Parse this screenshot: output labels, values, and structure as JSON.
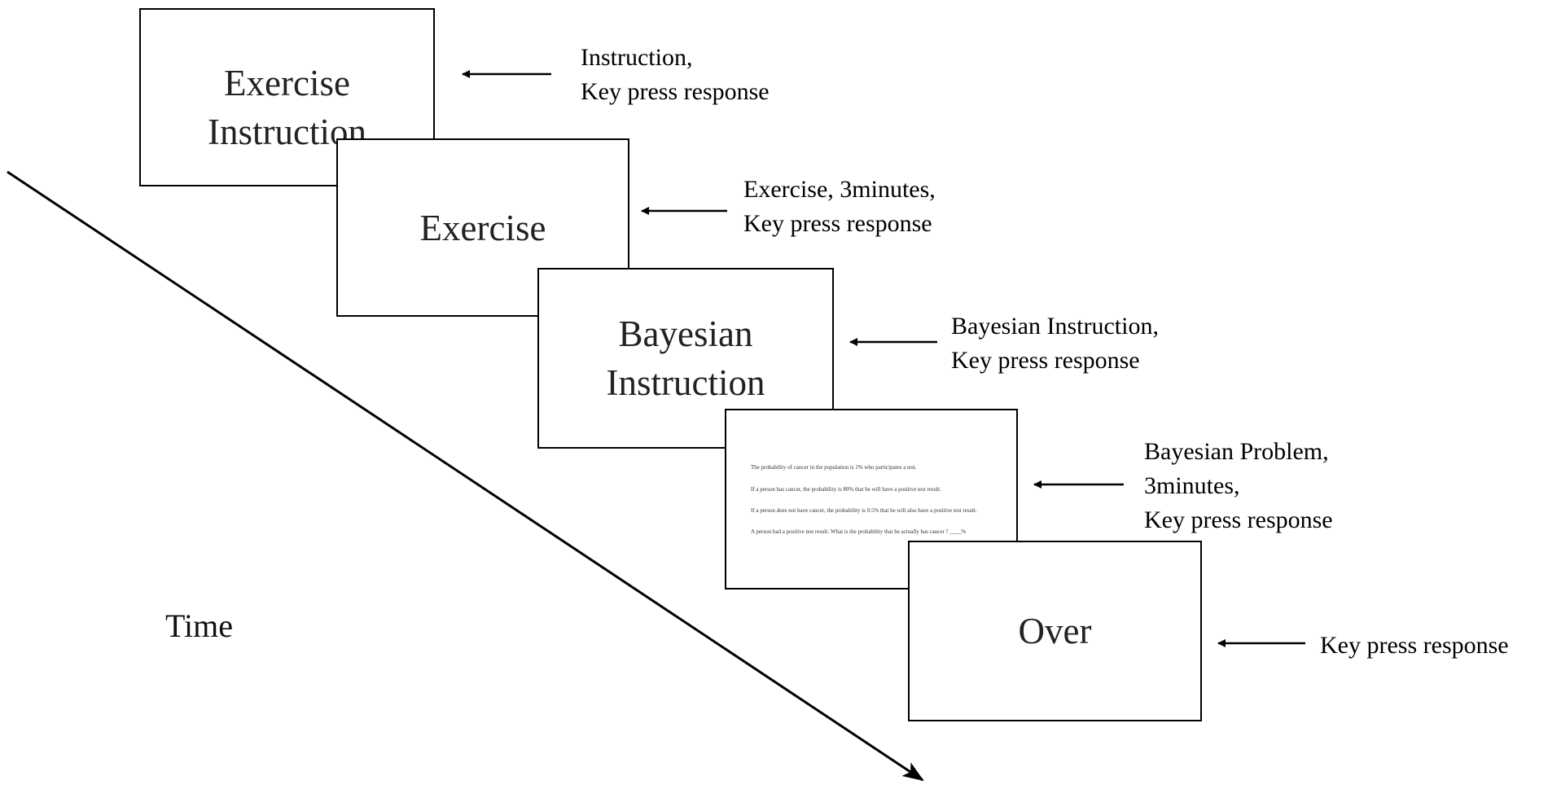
{
  "screens": [
    {
      "title_line_1": "Exercise",
      "title_line_2": "Instruction"
    },
    {
      "title_line_1": "Exercise",
      "title_line_2": ""
    },
    {
      "title_line_1": "Bayesian",
      "title_line_2": "Instruction"
    },
    {
      "problem_lines": [
        "The probability of cancer in the population is 1% who participates a test.",
        "If a person has cancer, the probability is 80% that he will have a positive test result.",
        "If a person does not have cancer, the probability is 9.5% that he will also have a positive test result.",
        "A person had a positive test result. What is the probability that he actually has cancer ? ____%"
      ]
    },
    {
      "title_line_1": "Over",
      "title_line_2": ""
    }
  ],
  "annotations": [
    [
      "Instruction,",
      "Key press response"
    ],
    [
      "Exercise, 3minutes,",
      "Key press response"
    ],
    [
      "Bayesian Instruction,",
      "Key press response"
    ],
    [
      "Bayesian Problem,",
      "3minutes,",
      "Key press response"
    ],
    [
      "Key press response"
    ]
  ],
  "time_label": "Time",
  "colors": {
    "line": "#000000",
    "background": "#ffffff"
  }
}
